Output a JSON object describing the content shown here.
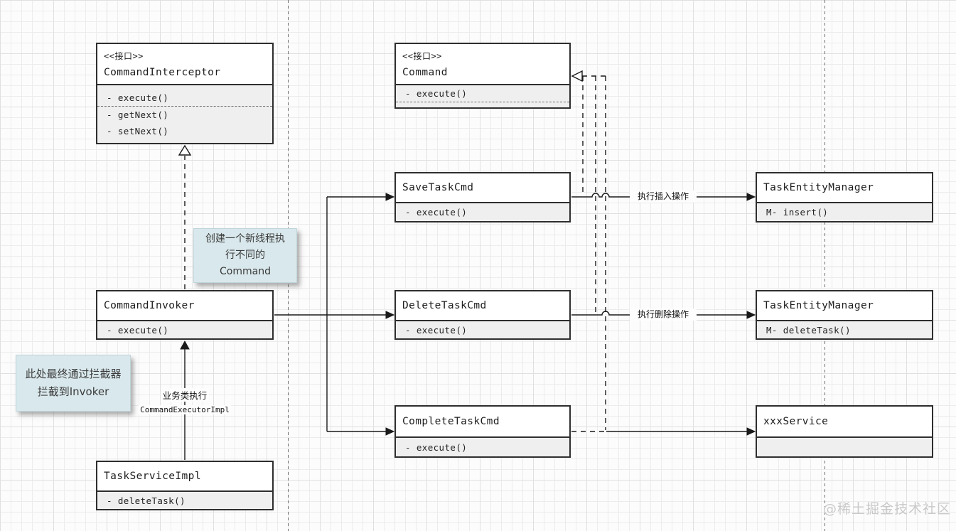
{
  "classes": {
    "interceptor": {
      "stereotype": "<<接口>>",
      "name": "CommandInterceptor",
      "methods_a": [
        "- execute()"
      ],
      "methods_b": [
        "- getNext()",
        "- setNext()"
      ]
    },
    "command": {
      "stereotype": "<<接口>>",
      "name": "Command",
      "methods_a": [
        "- execute()"
      ]
    },
    "save_task_cmd": {
      "name": "SaveTaskCmd",
      "methods_a": [
        "- execute()"
      ]
    },
    "delete_task_cmd": {
      "name": "DeleteTaskCmd",
      "methods_a": [
        "- execute()"
      ]
    },
    "complete_task_cmd": {
      "name": "CompleteTaskCmd",
      "methods_a": [
        "- execute()"
      ]
    },
    "task_entity_manager_insert": {
      "name": "TaskEntityManager",
      "methods_a": [
        "M- insert()"
      ]
    },
    "task_entity_manager_delete": {
      "name": "TaskEntityManager",
      "methods_a": [
        "M- deleteTask()"
      ]
    },
    "xxx_service": {
      "name": "xxxService"
    },
    "command_invoker": {
      "name": "CommandInvoker",
      "methods_a": [
        "- execute()"
      ]
    },
    "task_service_impl": {
      "name": "TaskServiceImpl",
      "methods_a": [
        "- deleteTask()"
      ]
    }
  },
  "notes": {
    "thread_note": "创建一个新线程执行不同的 Command",
    "interceptor_note": "此处最终通过拦截器拦截到Invoker"
  },
  "edge_labels": {
    "insert_op": "执行插入操作",
    "delete_op": "执行删除操作",
    "business_exec": "业务类执行",
    "executor_impl": "CommandExecutorImpl"
  },
  "watermark": "@稀土掘金技术社区",
  "colors": {
    "note_bg": "#d9e8ec",
    "method_bg": "#efefef",
    "box_border": "#2e2e2e"
  }
}
